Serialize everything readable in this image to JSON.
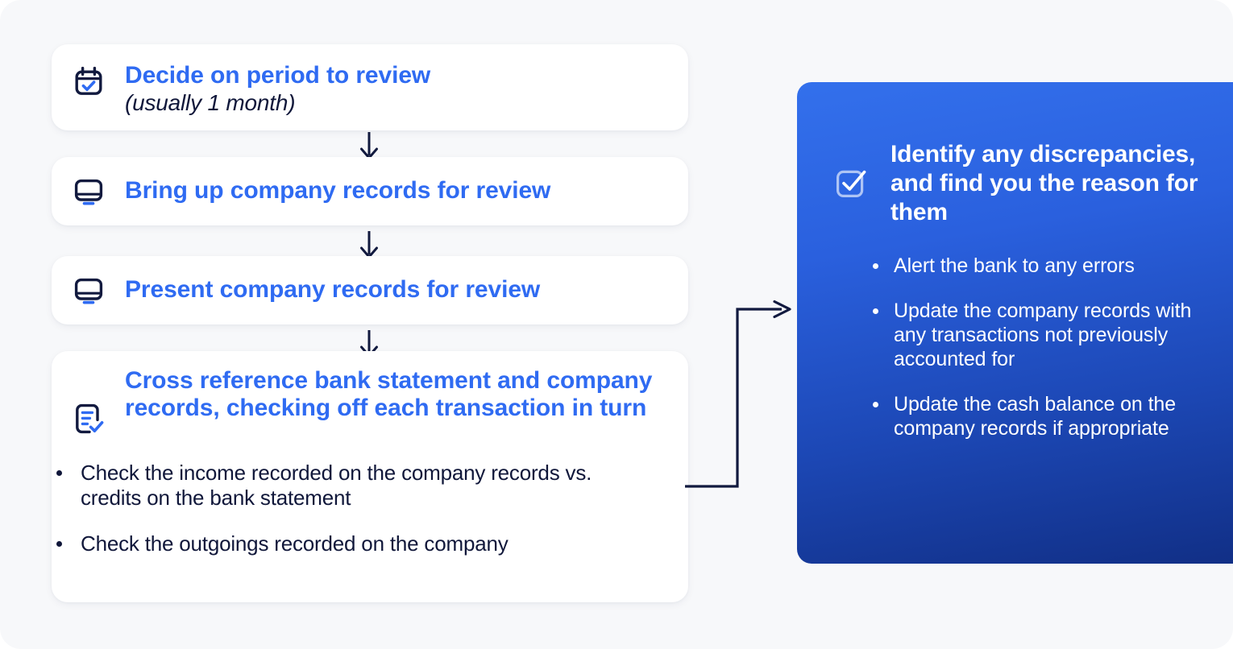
{
  "theme": {
    "page_background": "#f7f8fa",
    "card_background": "#ffffff",
    "heading_blue": "#2f6bf2",
    "body_dark": "#10173a",
    "panel_gradient_start": "#3370ec",
    "panel_gradient_end": "#112f86",
    "arrow_color": "#121a3f"
  },
  "flow": {
    "steps": [
      {
        "icon": "calendar-check-icon",
        "title": "Decide on period to review",
        "subtitle": "(usually 1 month)"
      },
      {
        "icon": "monitor-icon",
        "title": "Bring up company records for review"
      },
      {
        "icon": "monitor-icon",
        "title": "Present company records for review"
      },
      {
        "icon": "document-check-icon",
        "title": "Cross reference bank statement and company records, checking off each transaction in turn",
        "bullets": [
          "Check the income recorded on the company records vs. credits on the bank statement",
          "Check the outgoings recorded on the company"
        ]
      }
    ],
    "connectors": {
      "down_arrow_icon": "arrow-down-icon",
      "elbow_arrow_icon": "arrow-elbow-right-icon"
    }
  },
  "panel": {
    "icon": "checkbox-checked-icon",
    "title": "Identify any discrepancies, and find you the reason for them",
    "bullets": [
      "Alert the bank to any errors",
      "Update the company records with any transactions not previously accounted for",
      "Update the cash balance on the company records if appropriate"
    ]
  }
}
